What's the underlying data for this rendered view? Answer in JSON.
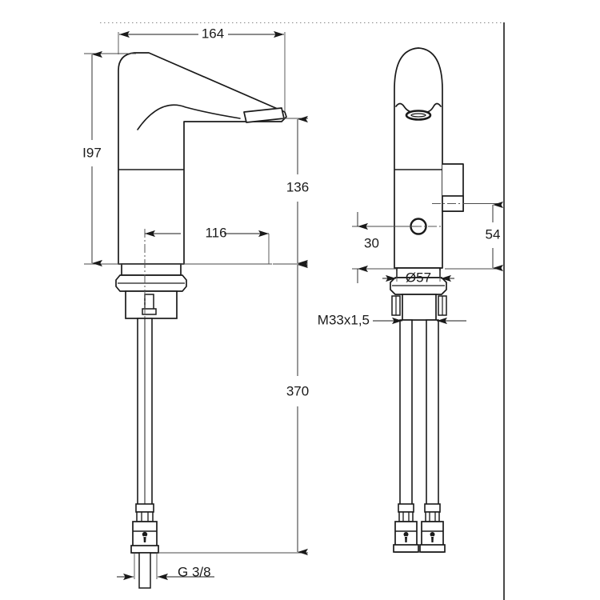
{
  "drawing": {
    "title": "Faucet technical dimension drawing",
    "units": "mm",
    "line_color": "#1a1a1a",
    "thin_line_color": "#4a4a4a",
    "background": "#ffffff",
    "views": [
      {
        "name": "side-elevation",
        "label": ""
      },
      {
        "name": "front-elevation",
        "label": ""
      }
    ]
  },
  "dimensions": {
    "overall_width": "164",
    "overall_height": "197",
    "spout_height": "136",
    "spout_reach": "116",
    "install_depth": "370",
    "sensor_offset": "30",
    "lever_offset": "54",
    "base_diameter": "Ø57",
    "thread_shank": "M33x1,5",
    "thread_supply": "G 3/8"
  },
  "labels": {
    "d164": "164",
    "d197": "I97",
    "d136": "136",
    "d116": "116",
    "d370": "370",
    "d30": "30",
    "d54": "54",
    "d57": "Ø57",
    "m33": "M33x1,5",
    "g38": "G 3/8"
  }
}
